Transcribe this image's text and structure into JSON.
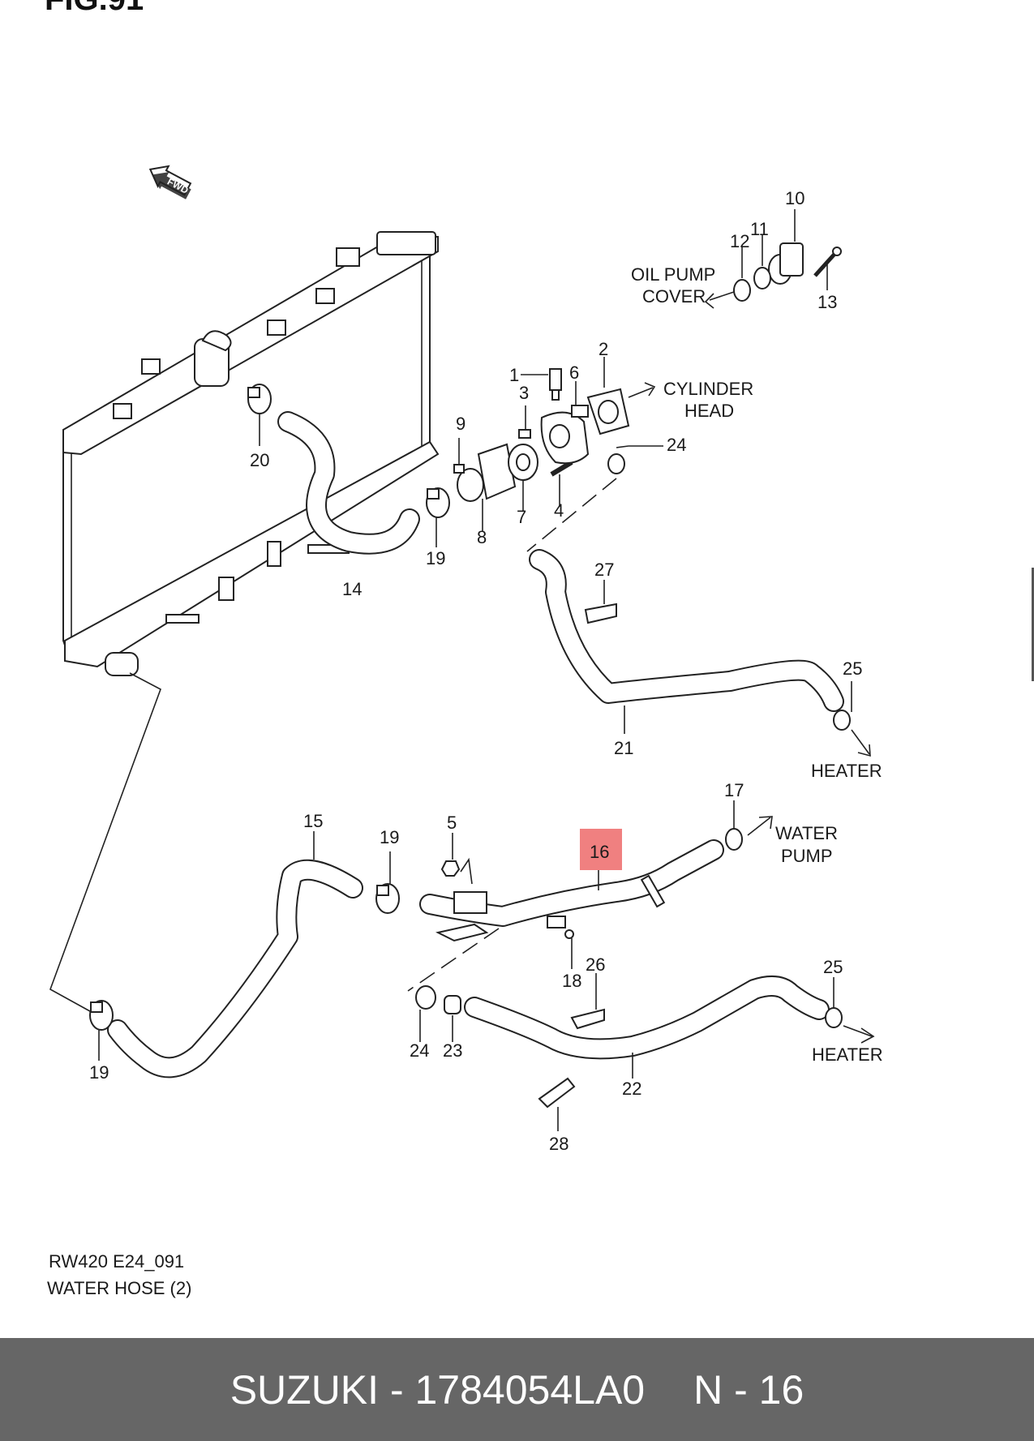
{
  "figure_label": "FIG.91",
  "fwd_label": "FWD",
  "callouts": {
    "c1": "1",
    "c2": "2",
    "c3": "3",
    "c4": "4",
    "c5": "5",
    "c6": "6",
    "c7": "7",
    "c8": "8",
    "c9": "9",
    "c10": "10",
    "c11": "11",
    "c12": "12",
    "c13": "13",
    "c14": "14",
    "c15": "15",
    "c16": "16",
    "c17": "17",
    "c18": "18",
    "c19a": "19",
    "c19b": "19",
    "c19c": "19",
    "c20": "20",
    "c21": "21",
    "c22": "22",
    "c23": "23",
    "c24a": "24",
    "c24b": "24",
    "c25a": "25",
    "c25b": "25",
    "c26": "26",
    "c27": "27",
    "c28": "28"
  },
  "destinations": {
    "oil_pump_cover_1": "OIL PUMP",
    "oil_pump_cover_2": "COVER",
    "cylinder_head_1": "CYLINDER",
    "cylinder_head_2": "HEAD",
    "heater_a": "HEATER",
    "heater_b": "HEATER",
    "water_pump_1": "WATER",
    "water_pump_2": "PUMP"
  },
  "diagram_code": "RW420 E24_091",
  "diagram_title": "WATER HOSE (2)",
  "highlight_color": "#f08080",
  "footer": {
    "brand_part": "SUZUKI - 1784054LA0",
    "ref": "N - 16"
  }
}
